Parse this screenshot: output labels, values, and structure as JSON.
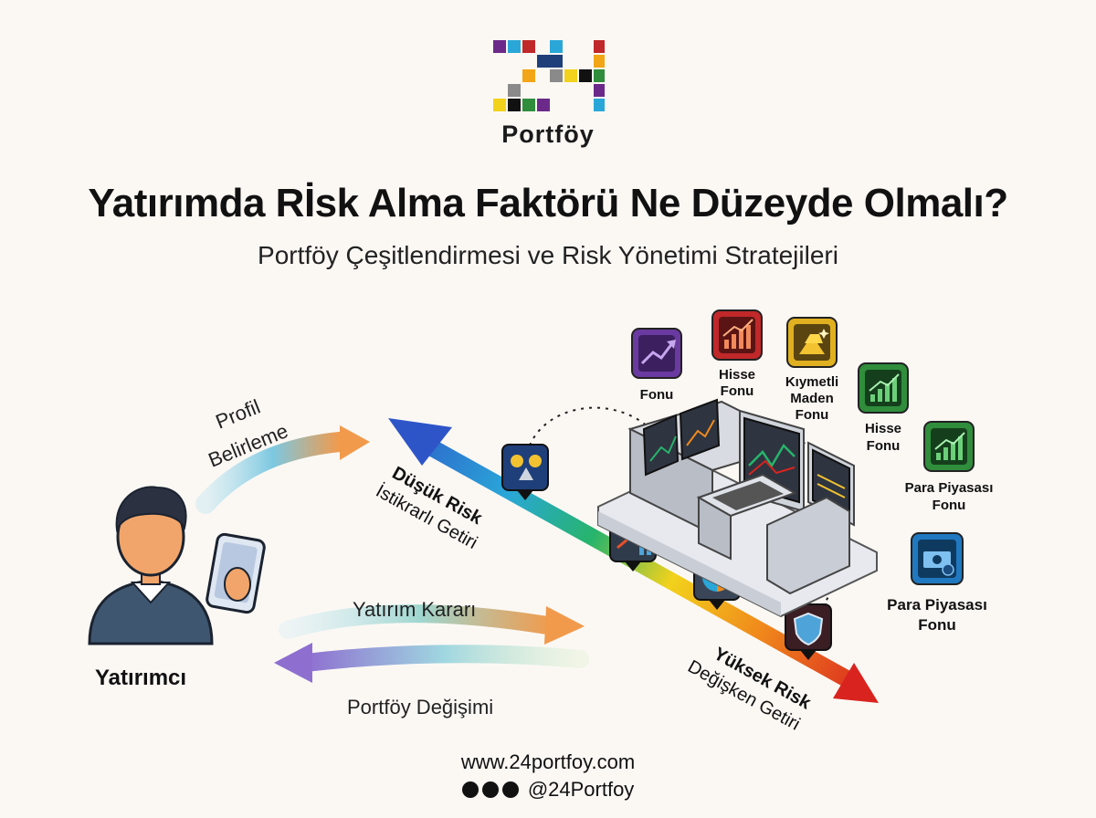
{
  "brand": {
    "logo_number": "24",
    "logo_word": "Portföy"
  },
  "title": "Yatırımda Rİsk Alma Faktörü Ne Düzeyde Olmalı?",
  "subtitle": "Portföy Çeşitlendirmesi ve Risk Yönetimi Stratejileri",
  "investor": {
    "label": "Yatırımcı"
  },
  "flows": {
    "profile": [
      "Profil",
      "Belirleme"
    ],
    "decision": "Yatırım Kararı",
    "change": "Portföy Değişimi"
  },
  "risk_scale": {
    "low_title": "Düşük Risk",
    "low_sub": "İstikrarlı Getiri",
    "high_title": "Yüksek Risk",
    "high_sub": "Değişken Getiri",
    "colors": [
      "#2e55c8",
      "#2aa7d8",
      "#27b46b",
      "#f2d21c",
      "#f08a1c",
      "#d9231f"
    ]
  },
  "funds": [
    {
      "lines": [
        "Fonu"
      ],
      "icon": "trend-up-icon",
      "color": "#6b3aa0"
    },
    {
      "lines": [
        "Hisse",
        "Fonu"
      ],
      "icon": "bar-chart-up-icon",
      "color": "#c0282a"
    },
    {
      "lines": [
        "Kıymetli",
        "Maden",
        "Fonu"
      ],
      "icon": "gold-bars-icon",
      "color": "#e0b020"
    },
    {
      "lines": [
        "Hisse",
        "Fonu"
      ],
      "icon": "bar-chart-up-icon",
      "color": "#2f8d3c"
    },
    {
      "lines": [
        "Para Piyasası",
        "Fonu"
      ],
      "icon": "bar-chart-up-icon",
      "color": "#2f8d3c"
    },
    {
      "lines": [
        "Para Piyasası",
        "Fonu"
      ],
      "icon": "money-icon",
      "color": "#2078c0"
    }
  ],
  "footer": {
    "website": "www.24portfoy.com",
    "handle": "@24Portfoy"
  }
}
